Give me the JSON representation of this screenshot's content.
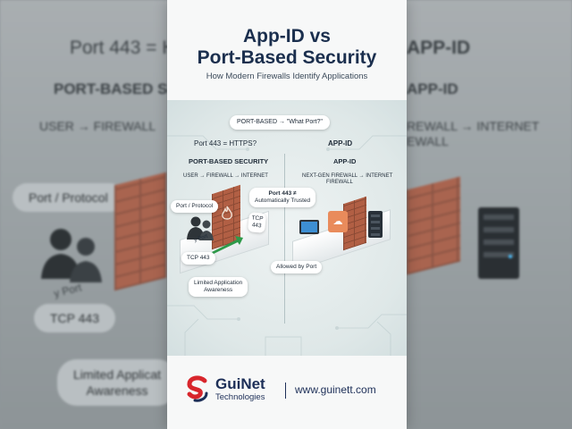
{
  "backdrop": {
    "left_heading": "Port 443 = H",
    "left_subheading": "PORT-BASED S",
    "left_flow": "USER → FIREWALL",
    "left_pill_1": "Port / Protocol",
    "left_pill_2": "TCP 443",
    "left_pill_3_line1": "Limited Applicat",
    "left_pill_3_line2": "Awareness",
    "left_tag": "y Port",
    "right_heading": "APP-ID",
    "right_subheading": "APP-ID",
    "right_flow_line1": "REWALL → INTERNET",
    "right_flow_line2": "EWALL"
  },
  "card": {
    "title_line1": "App-ID vs",
    "title_line2": "Port-Based Security",
    "subtitle": "How Modern Firewalls Identify Applications",
    "top_pill": "PORT-BASED → \"What Port?\"",
    "left": {
      "question": "Port 443 = HTTPS?",
      "heading": "PORT-BASED SECURITY",
      "flow": "USER → FIREWALL → INTERNET",
      "pill_port_protocol": "Port / Protocol",
      "pill_tcp443": "TCP 443",
      "pill_limited_line1": "Limited Application",
      "pill_limited_line2": "Awareness",
      "wall_label_line1": "TCP",
      "wall_label_line2": "443",
      "tag": "y Port"
    },
    "right": {
      "heading_top": "APP-ID",
      "heading": "APP-ID",
      "flow_line1": "NEXT-GEN FIREWALL → INTERNET",
      "flow_line2": "FIREWALL",
      "pill_trusted_line1": "Port 443 ≠",
      "pill_trusted_line2": "Automatically Trusted",
      "pill_allowed": "Allowed by Port"
    }
  },
  "footer": {
    "brand_name": "GuiNet",
    "brand_sub": "Technologies",
    "url": "www.guinett.com"
  },
  "colors": {
    "title": "#1b2f4e",
    "brick": "#b15f44",
    "logo_red": "#d8262c",
    "logo_blue": "#1d2f58"
  }
}
